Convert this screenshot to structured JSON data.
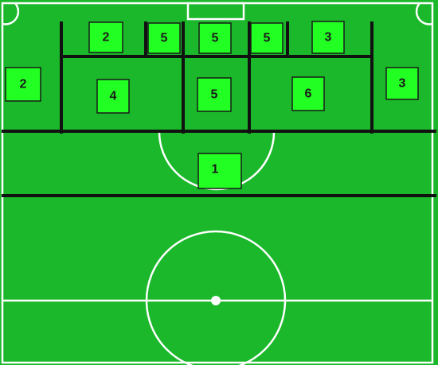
{
  "colors": {
    "pitch": "#1ab82a",
    "zone_box": "#22ff22",
    "zone_border": "#1a1a1a",
    "pitch_lines": "#ffffff",
    "zone_lines": "#111111"
  },
  "zones": [
    {
      "id": "zone-top-1",
      "label": "2"
    },
    {
      "id": "zone-top-2",
      "label": "5"
    },
    {
      "id": "zone-top-3",
      "label": "5"
    },
    {
      "id": "zone-top-4",
      "label": "5"
    },
    {
      "id": "zone-top-5",
      "label": "3"
    },
    {
      "id": "zone-left-wing",
      "label": "2"
    },
    {
      "id": "zone-mid-left",
      "label": "4"
    },
    {
      "id": "zone-mid-center",
      "label": "5"
    },
    {
      "id": "zone-mid-right",
      "label": "6"
    },
    {
      "id": "zone-right-wing",
      "label": "3"
    },
    {
      "id": "zone-central-band",
      "label": "1"
    }
  ]
}
